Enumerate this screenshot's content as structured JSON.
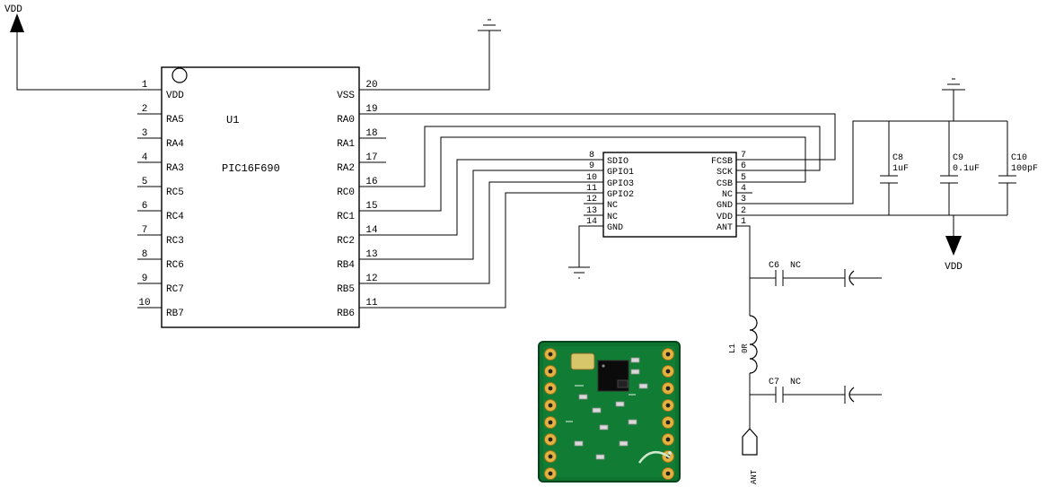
{
  "schematic": {
    "vdd_left": "VDD",
    "vdd_right": "VDD",
    "u1": {
      "ref": "U1",
      "part": "PIC16F690",
      "left_pins": [
        {
          "num": "1",
          "name": "VDD"
        },
        {
          "num": "2",
          "name": "RA5"
        },
        {
          "num": "3",
          "name": "RA4"
        },
        {
          "num": "4",
          "name": "RA3"
        },
        {
          "num": "5",
          "name": "RC5"
        },
        {
          "num": "6",
          "name": "RC4"
        },
        {
          "num": "7",
          "name": "RC3"
        },
        {
          "num": "8",
          "name": "RC6"
        },
        {
          "num": "9",
          "name": "RC7"
        },
        {
          "num": "10",
          "name": "RB7"
        }
      ],
      "right_pins": [
        {
          "num": "20",
          "name": "VSS"
        },
        {
          "num": "19",
          "name": "RA0"
        },
        {
          "num": "18",
          "name": "RA1"
        },
        {
          "num": "17",
          "name": "RA2"
        },
        {
          "num": "16",
          "name": "RC0"
        },
        {
          "num": "15",
          "name": "RC1"
        },
        {
          "num": "14",
          "name": "RC2"
        },
        {
          "num": "13",
          "name": "RB4"
        },
        {
          "num": "12",
          "name": "RB5"
        },
        {
          "num": "11",
          "name": "RB6"
        }
      ]
    },
    "rf": {
      "left_pins": [
        {
          "num": "8",
          "name": "SDIO"
        },
        {
          "num": "9",
          "name": "GPIO1"
        },
        {
          "num": "10",
          "name": "GPIO3"
        },
        {
          "num": "11",
          "name": "GPIO2"
        },
        {
          "num": "12",
          "name": "NC"
        },
        {
          "num": "13",
          "name": "NC"
        },
        {
          "num": "14",
          "name": "GND"
        }
      ],
      "right_pins": [
        {
          "num": "7",
          "name": "FCSB"
        },
        {
          "num": "6",
          "name": "SCK"
        },
        {
          "num": "5",
          "name": "CSB"
        },
        {
          "num": "4",
          "name": "NC"
        },
        {
          "num": "3",
          "name": "GND"
        },
        {
          "num": "2",
          "name": "VDD"
        },
        {
          "num": "1",
          "name": "ANT"
        }
      ]
    },
    "caps": [
      {
        "ref": "C8",
        "value": "1uF"
      },
      {
        "ref": "C9",
        "value": "0.1uF"
      },
      {
        "ref": "C10",
        "value": "100pF"
      }
    ],
    "c6": {
      "ref": "C6",
      "value": "NC"
    },
    "c7": {
      "ref": "C7",
      "value": "NC"
    },
    "l1": {
      "ref": "L1",
      "value": "0R"
    },
    "ant_label": "ANT"
  }
}
